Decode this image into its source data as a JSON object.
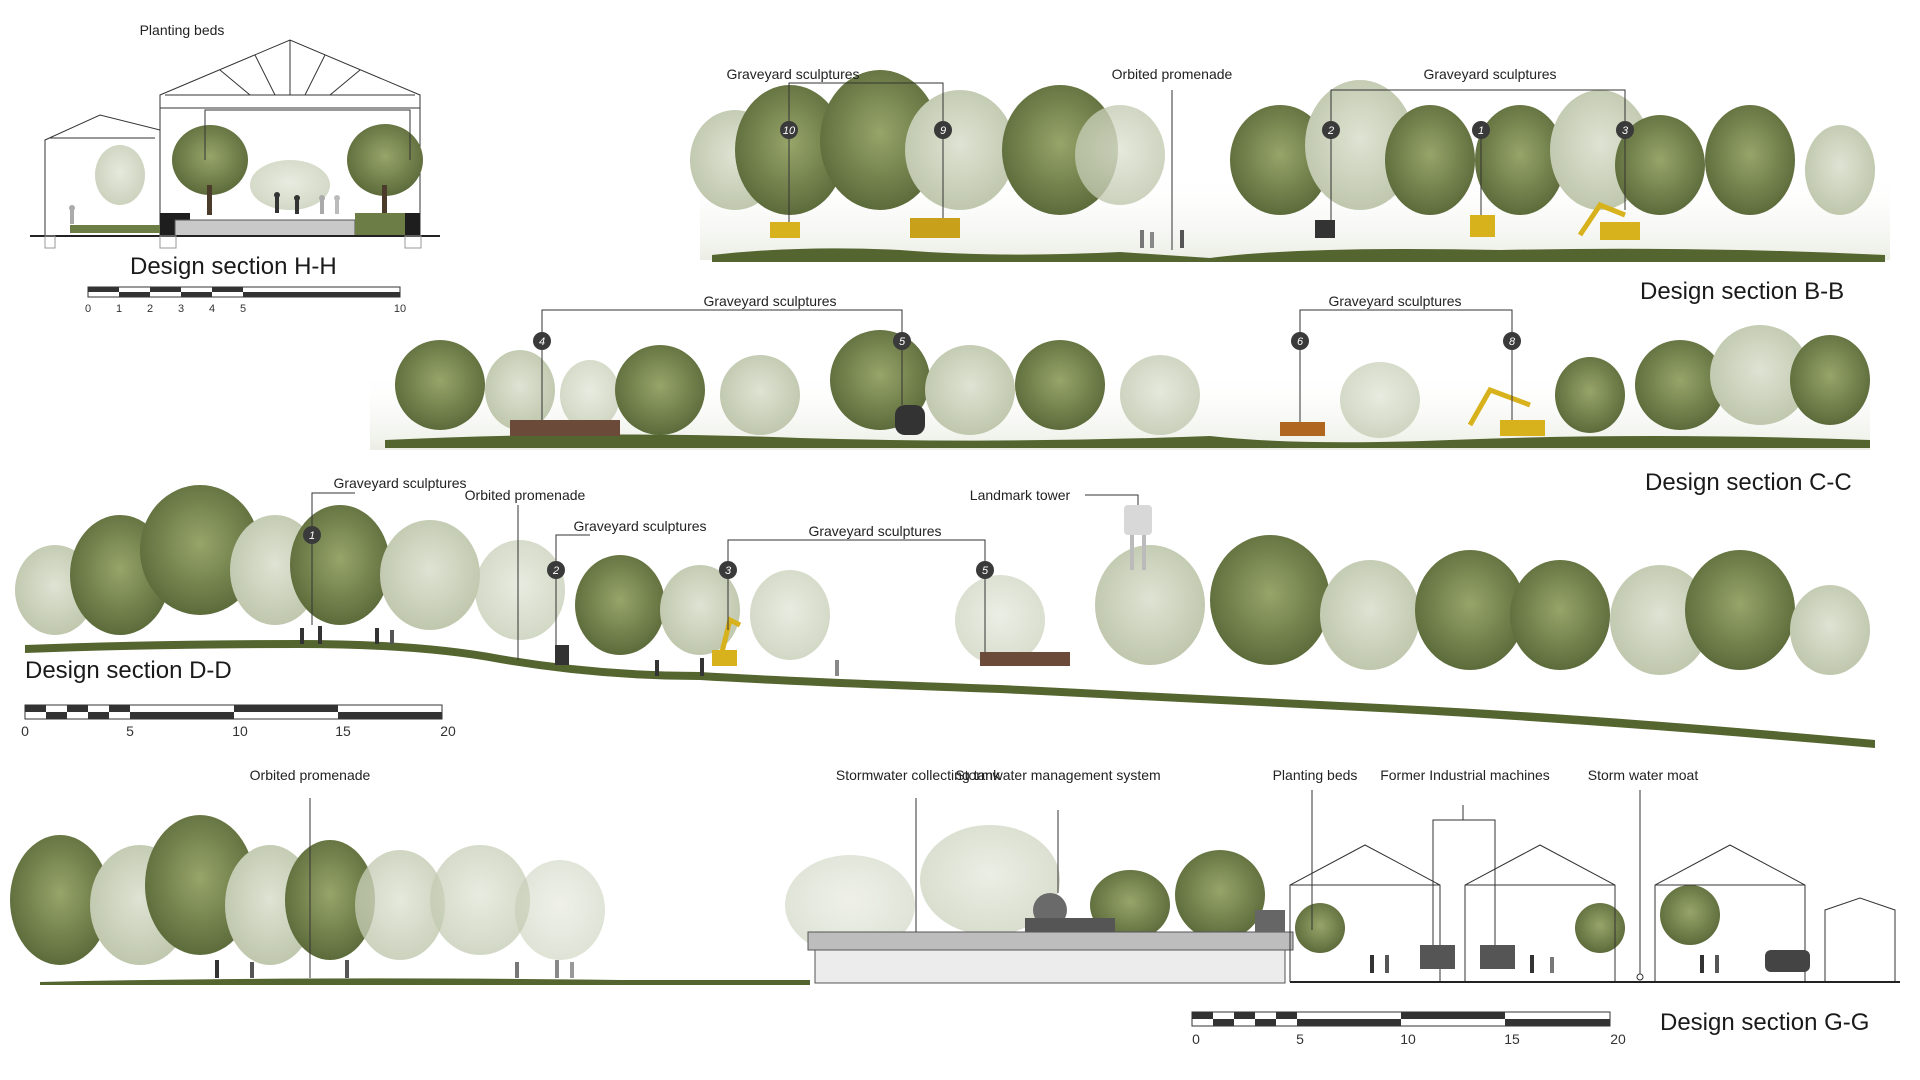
{
  "sections": {
    "hh": {
      "title": "Design section H-H",
      "label_planting": "Planting beds",
      "scale": [
        "0",
        "1",
        "2",
        "3",
        "4",
        "5",
        "10"
      ]
    },
    "bb": {
      "title": "Design section B-B",
      "label_left": "Graveyard sculptures",
      "label_mid": "Orbited promenade",
      "label_right": "Graveyard sculptures",
      "markers": [
        "10",
        "9",
        "2",
        "1",
        "3"
      ]
    },
    "cc": {
      "title": "Design section C-C",
      "label_left": "Graveyard sculptures",
      "label_right": "Graveyard sculptures",
      "markers": [
        "4",
        "5",
        "6",
        "8"
      ]
    },
    "dd": {
      "title": "Design section D-D",
      "label_gs1": "Graveyard sculptures",
      "label_prom": "Orbited promenade",
      "label_gs2": "Graveyard sculptures",
      "label_gs3": "Graveyard sculptures",
      "label_tower": "Landmark tower",
      "markers": [
        "1",
        "2",
        "3",
        "5"
      ],
      "scale": [
        "0",
        "5",
        "10",
        "15",
        "20"
      ]
    },
    "gg": {
      "title": "Design section G-G",
      "label_prom": "Orbited promenade",
      "label_tank": "Stormwater collecting tank",
      "label_mgmt": "Stormwater management system",
      "label_beds": "Planting beds",
      "label_machines": "Former Industrial machines",
      "label_moat": "Storm water moat",
      "scale": [
        "0",
        "5",
        "10",
        "15",
        "20"
      ]
    }
  },
  "colors": {
    "foliage_dark": "#5f6e3e",
    "foliage_mid": "#8a9a60",
    "foliage_light": "#b9c39a",
    "mist": "#e6e9df",
    "ground": "#3f4d25",
    "machine_yellow": "#d8b21c",
    "marker": "#3a3a3a"
  }
}
